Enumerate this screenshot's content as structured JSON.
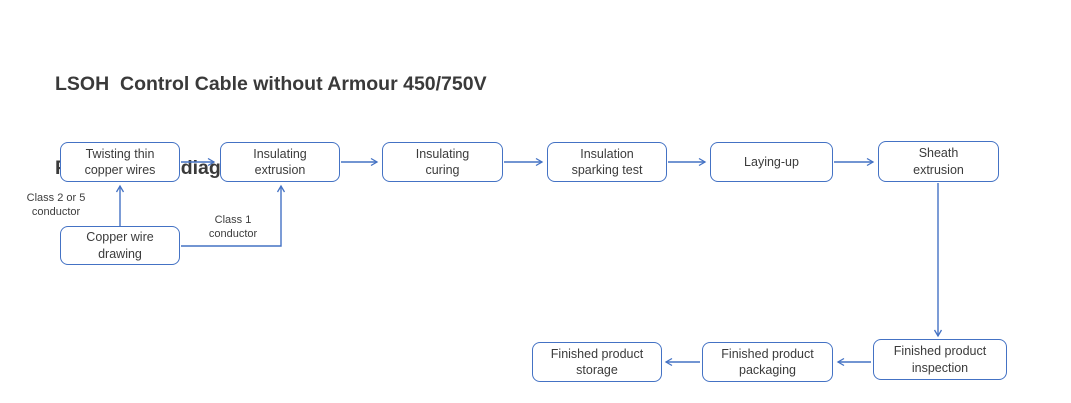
{
  "title": {
    "line1": "LSOH  Control Cable without Armour 450/750V",
    "line2": "Process flow diagram"
  },
  "colors": {
    "accent_blue": "#4472C4",
    "text": "#3b3b3b"
  },
  "nodes": {
    "twisting": {
      "line1": "Twisting thin",
      "line2": "copper wires"
    },
    "insulating_extrusion": {
      "line1": "Insulating",
      "line2": "extrusion"
    },
    "insulating_curing": {
      "line1": "Insulating",
      "line2": "curing"
    },
    "sparking_test": {
      "line1": "Insulation",
      "line2": "sparking test"
    },
    "laying_up": {
      "line1": "Laying-up"
    },
    "sheath_extrusion": {
      "line1": "Sheath",
      "line2": "extrusion"
    },
    "copper_drawing": {
      "line1": "Copper wire",
      "line2": "drawing"
    },
    "inspection": {
      "line1": "Finished product",
      "line2": "inspection"
    },
    "packaging": {
      "line1": "Finished product",
      "line2": "packaging"
    },
    "storage": {
      "line1": "Finished product",
      "line2": "storage"
    }
  },
  "labels": {
    "class_2_or_5": {
      "line1": "Class 2 or 5",
      "line2": "conductor"
    },
    "class_1": {
      "line1": "Class 1",
      "line2": "conductor"
    }
  },
  "edges": [
    {
      "from": "Copper wire drawing",
      "to": "Twisting thin copper wires",
      "label": "Class 2 or 5 conductor"
    },
    {
      "from": "Copper wire drawing",
      "to": "Insulating extrusion",
      "label": "Class 1 conductor"
    },
    {
      "from": "Twisting thin copper wires",
      "to": "Insulating extrusion"
    },
    {
      "from": "Insulating extrusion",
      "to": "Insulating curing"
    },
    {
      "from": "Insulating curing",
      "to": "Insulation sparking test"
    },
    {
      "from": "Insulation sparking test",
      "to": "Laying-up"
    },
    {
      "from": "Laying-up",
      "to": "Sheath extrusion"
    },
    {
      "from": "Sheath extrusion",
      "to": "Finished product inspection"
    },
    {
      "from": "Finished product inspection",
      "to": "Finished product packaging"
    },
    {
      "from": "Finished product packaging",
      "to": "Finished product storage"
    }
  ]
}
